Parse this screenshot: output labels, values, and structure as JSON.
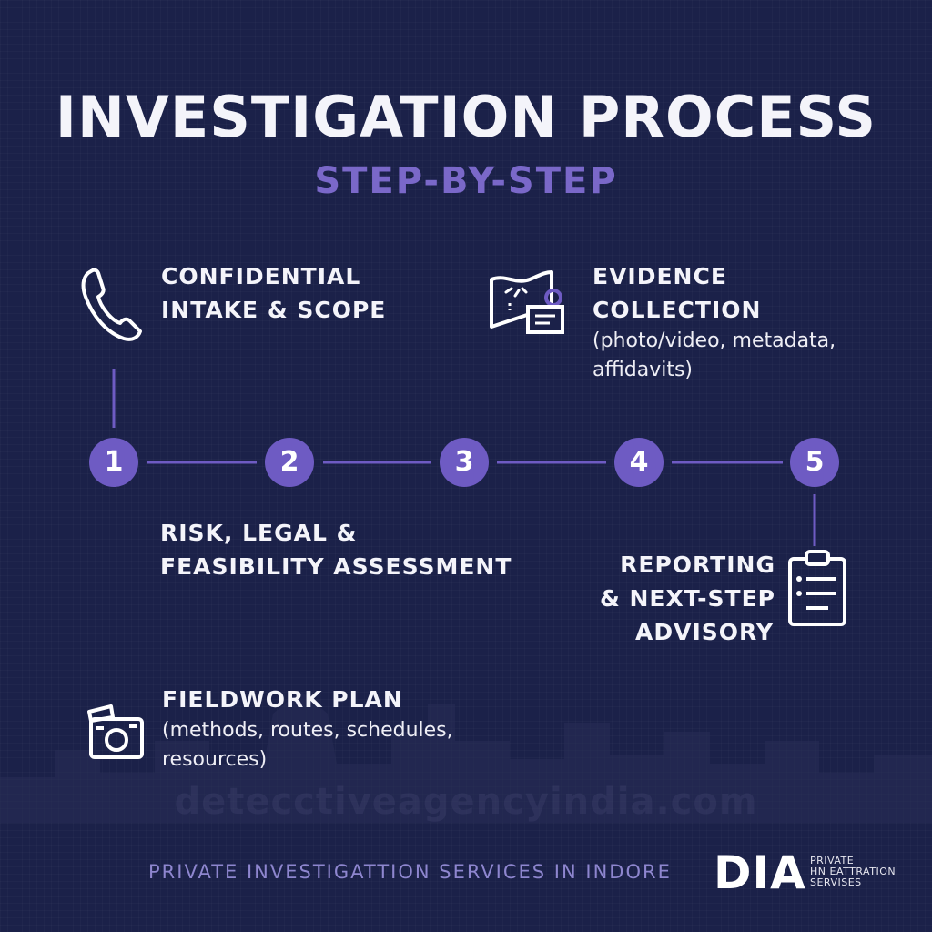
{
  "title": "INVESTIGATION PROCESS",
  "subtitle": "STEP-BY-STEP",
  "steps": [
    {
      "number": "1",
      "heading_lines": [
        "CONFIDENTIAL",
        "INTAKE & SCOPE"
      ],
      "detail_lines": [],
      "icon": "phone-icon"
    },
    {
      "number": "2",
      "heading_lines": [
        "RISK, LEGAL &",
        "FEASIBILITY ASSESSMENT"
      ],
      "detail_lines": [],
      "icon": ""
    },
    {
      "number": "3",
      "heading_lines": [
        "FIELDWORK PLAN"
      ],
      "detail_lines": [
        "(methods, routes, schedules,",
        "resources)"
      ],
      "icon": "camera-map-icon"
    },
    {
      "number": "4",
      "heading_lines": [
        "EVIDENCE",
        "COLLECTION"
      ],
      "detail_lines": [
        "(photo/video, metadata,",
        "affidavits)"
      ],
      "icon": "map-document-icon"
    },
    {
      "number": "5",
      "heading_lines": [
        "REPORTING",
        "& NEXT-STEP",
        "ADVISORY"
      ],
      "detail_lines": [],
      "icon": "clipboard-icon"
    }
  ],
  "watermark": "detecctiveagencyindia.com",
  "footer": {
    "tagline": "PRIVATE INVESTIGATTION SERVICES IN INDORE",
    "logo": "DIA",
    "logo_sub": [
      "PRIVATE",
      "HN EATTRATION",
      "SERVISES"
    ]
  },
  "colors": {
    "background": "#1b2149",
    "accent": "#6e5bc3",
    "subtitle": "#7a68c9",
    "text": "#f4f4fa"
  }
}
